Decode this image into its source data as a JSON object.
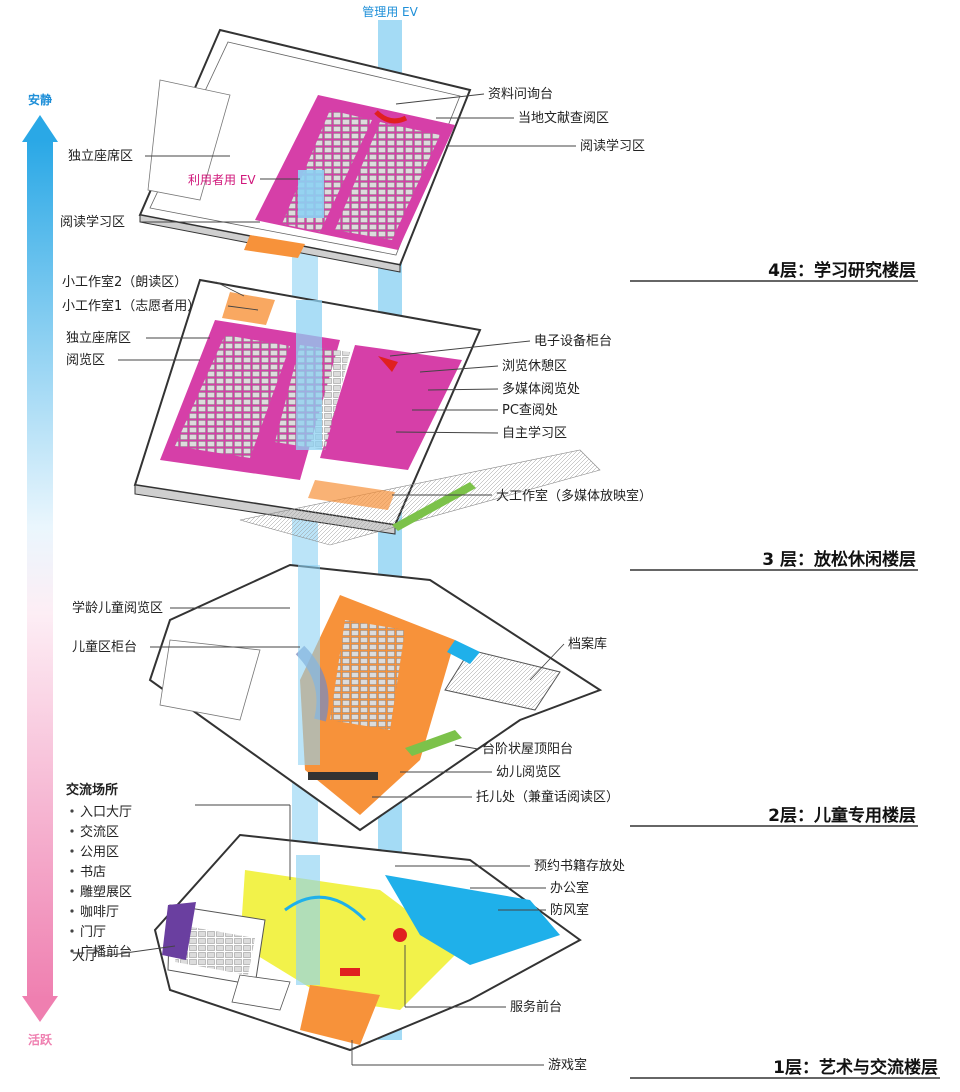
{
  "axis": {
    "top_label": "安静",
    "bottom_label": "活跃",
    "top_color": "#2aa8e6",
    "bottom_color": "#ef7fb0"
  },
  "shafts": {
    "staff_ev": "管理用 EV",
    "user_ev": "利用者用 EV"
  },
  "floors": {
    "f4": {
      "title": "4层：学习研究楼层",
      "labels": {
        "independent_seats": "独立座席区",
        "reading_study_left": "阅读学习区",
        "reference_desk": "资料问询台",
        "local_docs": "当地文献查阅区",
        "reading_study_right": "阅读学习区"
      }
    },
    "f3": {
      "title": "3 层：放松休闲楼层",
      "labels": {
        "small_studio2": "小工作室2（朗读区）",
        "small_studio1": "小工作室1（志愿者用）",
        "independent_seats": "独立座席区",
        "reading_room": "阅览区",
        "device_counter": "电子设备柜台",
        "browse_lounge": "浏览休憩区",
        "multimedia": "多媒体阅览处",
        "pc_lookup": "PC查阅处",
        "self_study": "自主学习区",
        "big_studio": "大工作室（多媒体放映室）"
      }
    },
    "f2": {
      "title": "2层：儿童专用楼层",
      "labels": {
        "school_children": "学龄儿童阅览区",
        "children_counter": "儿童区柜台",
        "archive": "档案库",
        "terrace": "台阶状屋顶阳台",
        "infant_reading": "幼儿阅览区",
        "nursery": "托儿处（兼童话阅读区）"
      }
    },
    "f1": {
      "title": "1层：艺术与交流楼层",
      "exchange_title": "交流场所",
      "exchange_items": [
        "入口大厅",
        "交流区",
        "公用区",
        "书店",
        "雕塑展区",
        "咖啡厅",
        "门厅",
        "广播前台"
      ],
      "labels": {
        "hall": "大厅",
        "reservation_storage": "预约书籍存放处",
        "office": "办公室",
        "windbreak": "防风室",
        "service_desk": "服务前台",
        "playroom": "游戏室"
      }
    }
  },
  "colors": {
    "pink": "#d63fa8",
    "orange": "#f7923a",
    "blue": "#1fb0ea",
    "yellow": "#f2f24a",
    "purple": "#6a3fa0",
    "green": "#7cc24a",
    "shaft": "#8dd2f3"
  }
}
